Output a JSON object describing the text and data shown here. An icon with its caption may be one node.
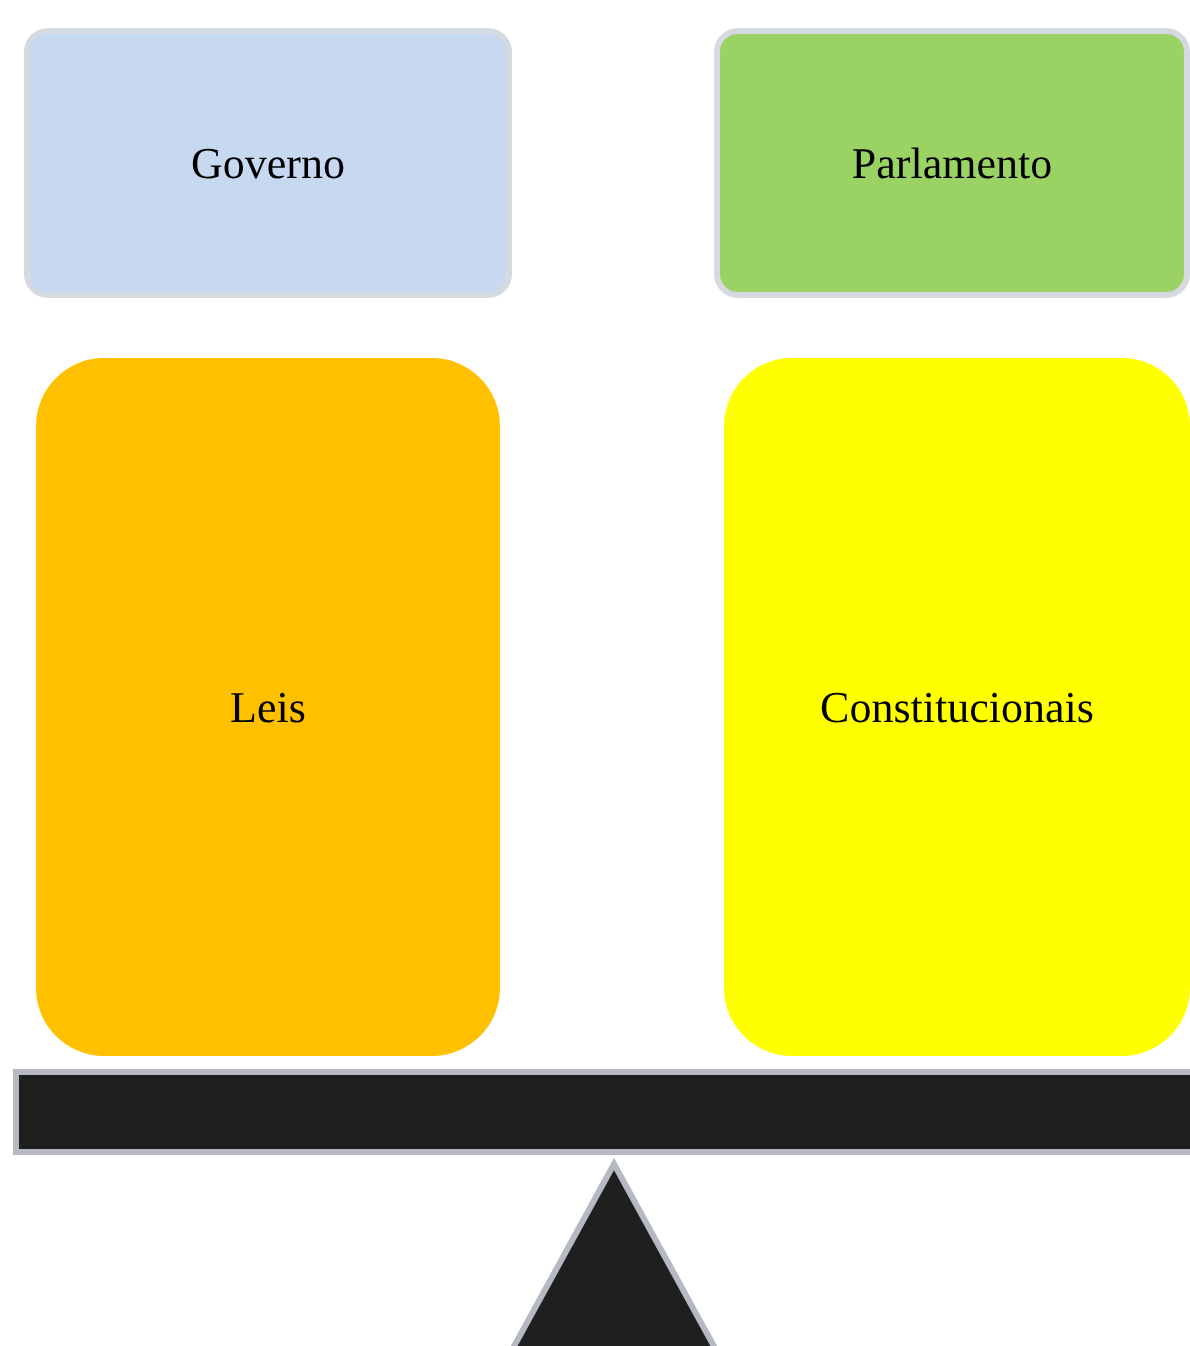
{
  "diagram": {
    "nodes": [
      {
        "text": [
          "Governo"
        ]
      },
      {
        "text": [
          "Parlamento"
        ]
      },
      {
        "text": [
          "Leis"
        ]
      },
      {
        "text": [
          "Constitucionais"
        ]
      }
    ],
    "edges": []
  }
}
